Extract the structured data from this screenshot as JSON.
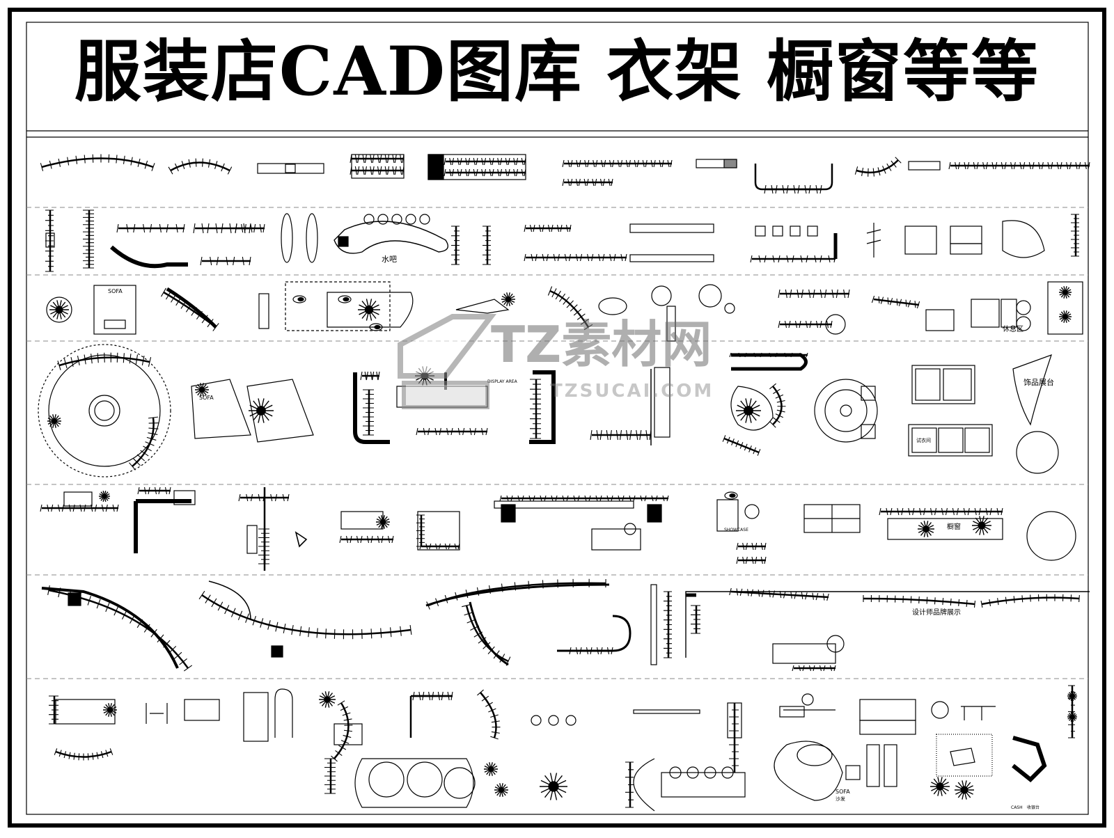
{
  "title": {
    "part1": "服装店CAD图库",
    "part2": "衣架",
    "part3": "橱窗等等"
  },
  "watermark": {
    "main": "TZ素材网",
    "sub": "TZSUCAI.COM"
  },
  "labels": {
    "water_bar": "水吧",
    "sofa": "SOFA",
    "sofa_cn": "沙发",
    "rest_area": "休息区",
    "jewelry_table": "饰品展台",
    "showcase_cn": "橱窗",
    "designer_brand": "设计师品牌展示",
    "fitting_room": "试衣间",
    "cashier": "收银台",
    "showcase": "SHOWCASE",
    "display_area": "DISPLAY AREA",
    "cash": "CASH"
  },
  "colors": {
    "ink": "#000000",
    "paper": "#ffffff",
    "dash": "#888888"
  }
}
